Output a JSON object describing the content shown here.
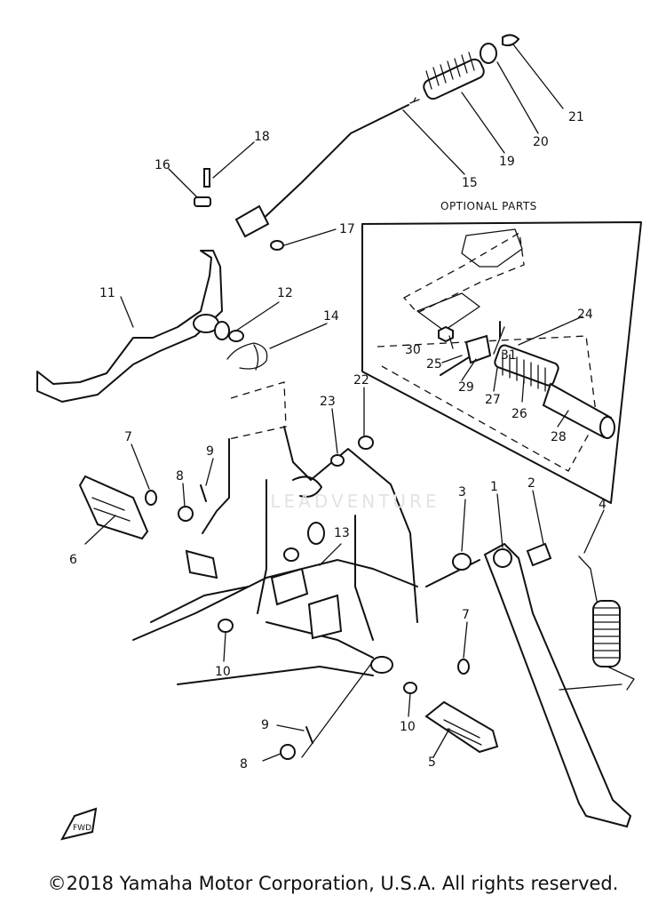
{
  "diagram": {
    "optional_header": "OPTIONAL PARTS",
    "callouts": {
      "c1": "1",
      "c2": "2",
      "c3": "3",
      "c4": "4",
      "c5": "5",
      "c6": "6",
      "c7a": "7",
      "c7b": "7",
      "c8a": "8",
      "c8b": "8",
      "c9a": "9",
      "c9b": "9",
      "c10a": "10",
      "c10b": "10",
      "c11": "11",
      "c12": "12",
      "c13": "13",
      "c14": "14",
      "c15": "15",
      "c16": "16",
      "c17": "17",
      "c18": "18",
      "c19": "19",
      "c20": "20",
      "c21": "21",
      "c22": "22",
      "c23": "23",
      "c24": "24",
      "c25": "25",
      "c26": "26",
      "c27": "27",
      "c28": "28",
      "c29": "29",
      "c30": "30",
      "c31": "31"
    },
    "watermark": "LEADVENTURE"
  },
  "footer": {
    "copyright": "©2018 Yamaha Motor Corporation, U.S.A. All rights reserved."
  }
}
